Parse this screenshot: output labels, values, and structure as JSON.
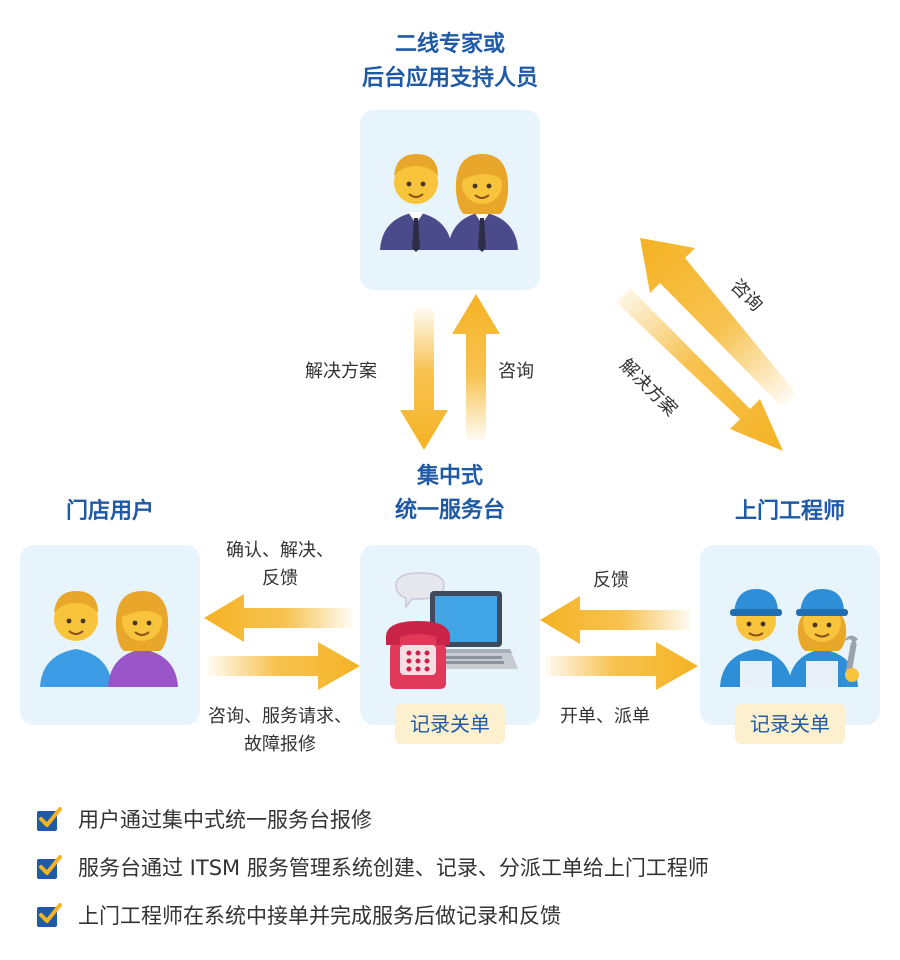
{
  "nodes": {
    "expert": {
      "title_line1": "二线专家或",
      "title_line2": "后台应用支持人员"
    },
    "desk": {
      "title_line1": "集中式",
      "title_line2": "统一服务台",
      "tag": "记录关单"
    },
    "store": {
      "title": "门店用户"
    },
    "engineer": {
      "title": "上门工程师",
      "tag": "记录关单"
    }
  },
  "edges": {
    "expert_to_desk": "解决方案",
    "desk_to_expert": "咨询",
    "engineer_to_expert": "咨询",
    "expert_to_engineer": "解决方案",
    "desk_to_store_line1": "确认、解决、",
    "desk_to_store_line2": "反馈",
    "store_to_desk_line1": "咨询、服务请求、",
    "store_to_desk_line2": "故障报修",
    "engineer_to_desk": "反馈",
    "desk_to_engineer": "开单、派单"
  },
  "bullets": [
    "用户通过集中式统一服务台报修",
    "服务台通过 ITSM 服务管理系统创建、记录、分派工单给上门工程师",
    "上门工程师在系统中接单并完成服务后做记录和反馈"
  ],
  "colors": {
    "title": "#1f5aa6",
    "arrow": "#f5b324",
    "card": "#e8f4fb",
    "tag": "#fdf0cf"
  }
}
